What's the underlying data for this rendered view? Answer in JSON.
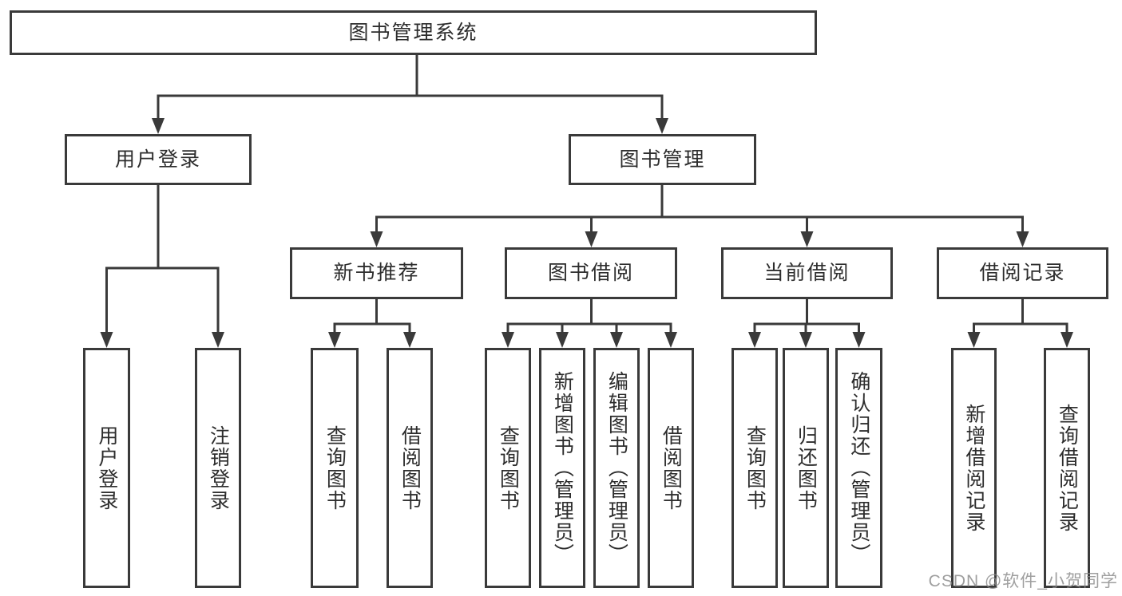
{
  "tree": {
    "root": {
      "label": "图书管理系统"
    },
    "level2": [
      {
        "label": "用户登录"
      },
      {
        "label": "图书管理"
      }
    ],
    "level3": [
      {
        "label": "新书推荐"
      },
      {
        "label": "图书借阅"
      },
      {
        "label": "当前借阅"
      },
      {
        "label": "借阅记录"
      }
    ],
    "leaves": {
      "user_login": [
        {
          "label": "用户登录"
        },
        {
          "label": "注销登录"
        }
      ],
      "new_books": [
        {
          "label": "查询图书"
        },
        {
          "label": "借阅图书"
        }
      ],
      "borrowing": [
        {
          "label": "查询图书"
        },
        {
          "label": "新增图书（管理员）"
        },
        {
          "label": "编辑图书（管理员）"
        },
        {
          "label": "借阅图书"
        }
      ],
      "current": [
        {
          "label": "查询图书"
        },
        {
          "label": "归还图书"
        },
        {
          "label": "确认归还（管理员）"
        }
      ],
      "records": [
        {
          "label": "新增借阅记录"
        },
        {
          "label": "查询借阅记录"
        }
      ]
    }
  },
  "watermark": "CSDN @软件_小贺同学",
  "colors": {
    "line": "#3a3a3a",
    "text": "#2d2d2d",
    "background": "#ffffff",
    "watermark": "#8a8a8a"
  }
}
